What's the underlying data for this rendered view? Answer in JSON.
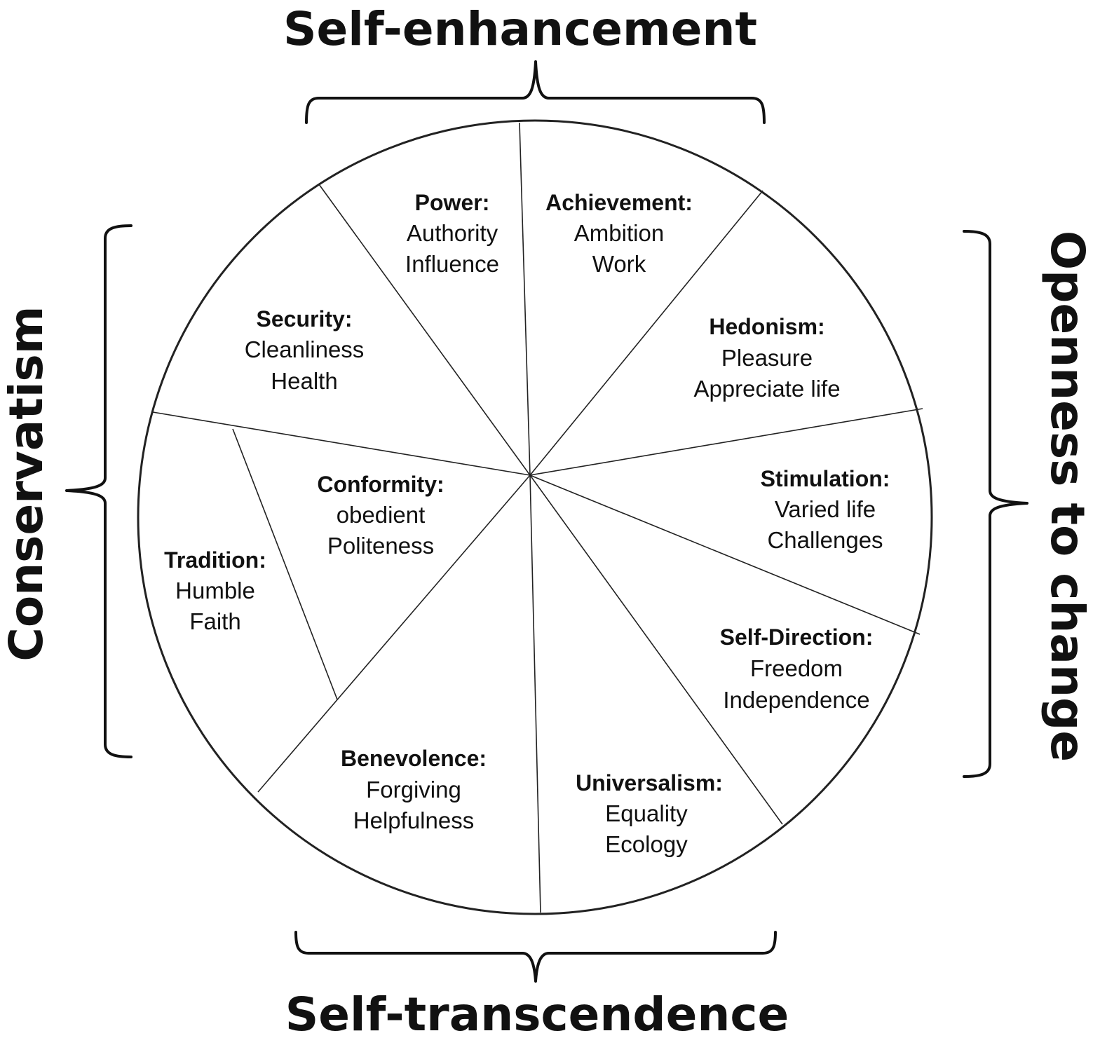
{
  "dimensions": {
    "top": "Self-enhancement",
    "bottom": "Self-transcendence",
    "left": "Conservatism",
    "right": "Openness to change"
  },
  "segments": [
    {
      "title": "Power:",
      "items": [
        "Authority",
        "Influence"
      ]
    },
    {
      "title": "Achievement:",
      "items": [
        "Ambition",
        "Work"
      ]
    },
    {
      "title": "Hedonism:",
      "items": [
        "Pleasure",
        "Appreciate life"
      ]
    },
    {
      "title": "Stimulation:",
      "items": [
        "Varied life",
        "Challenges"
      ]
    },
    {
      "title": "Self-Direction:",
      "items": [
        "Freedom",
        "Independence"
      ]
    },
    {
      "title": "Universalism:",
      "items": [
        "Equality",
        "Ecology"
      ]
    },
    {
      "title": "Benevolence:",
      "items": [
        "Forgiving",
        "Helpfulness"
      ]
    },
    {
      "title": "Tradition:",
      "items": [
        "Humble",
        "Faith"
      ]
    },
    {
      "title": "Conformity:",
      "items": [
        "obedient",
        "Politeness"
      ]
    },
    {
      "title": "Security:",
      "items": [
        "Cleanliness",
        "Health"
      ]
    }
  ]
}
